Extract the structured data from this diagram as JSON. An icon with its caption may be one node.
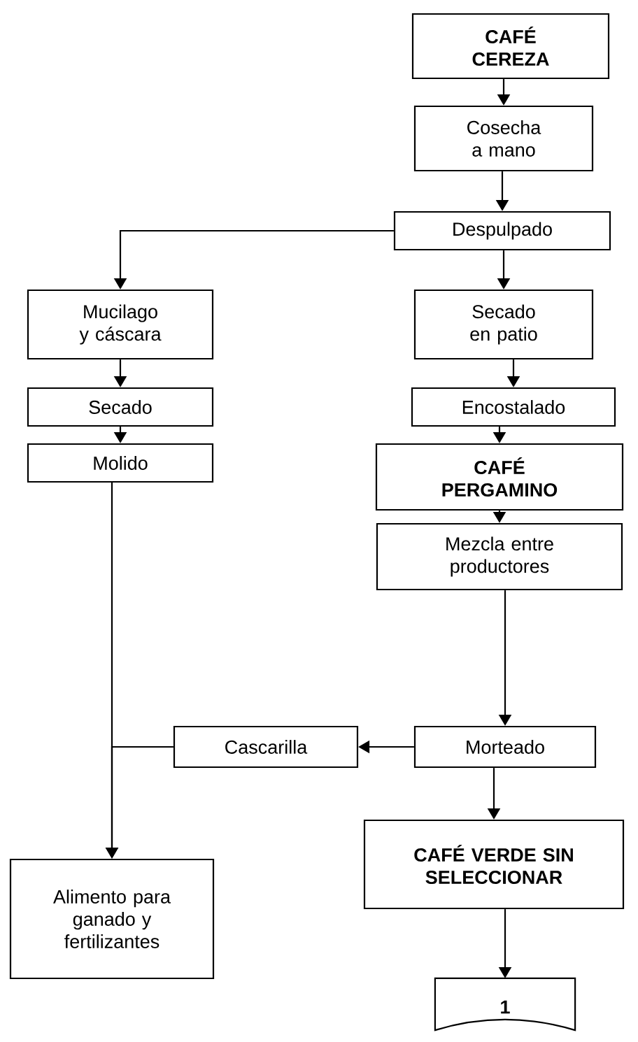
{
  "diagram": {
    "nodes": [
      {
        "text": [
          "CAFÉ CEREZA"
        ]
      },
      {
        "text": [
          "Cosecha a mano"
        ]
      },
      {
        "text": [
          "Despulpado"
        ]
      },
      {
        "text": [
          "Mucilago y cáscara"
        ]
      },
      {
        "text": [
          "Secado en patio"
        ]
      },
      {
        "text": [
          "Secado"
        ]
      },
      {
        "text": [
          "Encostalado"
        ]
      },
      {
        "text": [
          "Molido"
        ]
      },
      {
        "text": [
          "CAFÉ PERGAMINO"
        ]
      },
      {
        "text": [
          "Mezcla entre productores"
        ]
      },
      {
        "text": [
          "Cascarilla"
        ]
      },
      {
        "text": [
          "Morteado"
        ]
      },
      {
        "text": [
          "Alimento para ganado y fertilizantes"
        ]
      },
      {
        "text": [
          "CAFÉ VERDE SIN SELECCIONAR"
        ]
      },
      {
        "text": [
          "1"
        ]
      }
    ],
    "edges": [
      {
        "from": 0,
        "to": 1,
        "arrow": "to"
      },
      {
        "from": 1,
        "to": 2,
        "arrow": "to"
      },
      {
        "from": 2,
        "to": 3,
        "arrow": "to"
      },
      {
        "from": 2,
        "to": 4,
        "arrow": "to"
      },
      {
        "from": 3,
        "to": 5,
        "arrow": "to"
      },
      {
        "from": 4,
        "to": 6,
        "arrow": "to"
      },
      {
        "from": 5,
        "to": 7,
        "arrow": "to"
      },
      {
        "from": 6,
        "to": 8,
        "arrow": "to"
      },
      {
        "from": 8,
        "to": 9,
        "arrow": "to"
      },
      {
        "from": 9,
        "to": 11,
        "arrow": "to"
      },
      {
        "from": 11,
        "to": 10,
        "arrow": "to"
      },
      {
        "from": 7,
        "to": 12,
        "arrow": "to"
      },
      {
        "from": 10,
        "to": 12,
        "arrow": "to"
      },
      {
        "from": 11,
        "to": 13,
        "arrow": "to"
      },
      {
        "from": 13,
        "to": 14,
        "arrow": "to"
      }
    ]
  }
}
